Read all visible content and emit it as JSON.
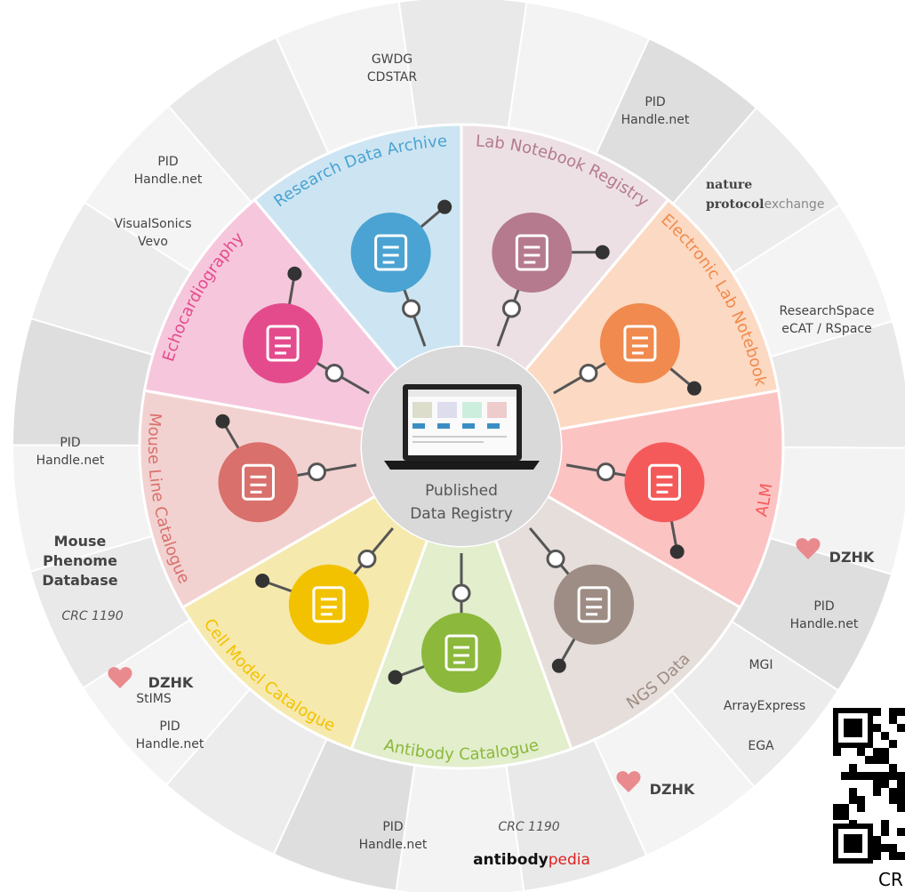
{
  "center": {
    "line1": "Published",
    "line2": "Data Registry"
  },
  "segments": [
    {
      "label": "Lab Notebook Registry",
      "color": "#b57a8e",
      "fill": "#ece0e4",
      "icon": "notebook-pages-icon"
    },
    {
      "label": "Electronic Lab Notebook",
      "color": "#f08a4e",
      "fill": "#fcd9c2",
      "icon": "notebook-chart-icon"
    },
    {
      "label": "ALM",
      "color": "#f55a5a",
      "fill": "#fcc3c3",
      "icon": "microscope-icon"
    },
    {
      "label": "NGS Data",
      "color": "#9e8d85",
      "fill": "#e6deda",
      "icon": "dna-icon"
    },
    {
      "label": "Antibody Catalogue",
      "color": "#8cb83c",
      "fill": "#e2eecc",
      "icon": "antibody-icon"
    },
    {
      "label": "Cell Model Catalogue",
      "color": "#f2c200",
      "fill": "#f6e9ae",
      "icon": "cell-icon"
    },
    {
      "label": "Mouse Line Catalogue",
      "color": "#d9706c",
      "fill": "#f2d2d1",
      "icon": "mouse-icon"
    },
    {
      "label": "Echocardiography",
      "color": "#e44b8c",
      "fill": "#f6c7dc",
      "icon": "heart-icon"
    },
    {
      "label": "Research Data Archive",
      "color": "#4aa3d2",
      "fill": "#cde5f2",
      "icon": "folder-icon"
    }
  ],
  "external": {
    "gwdg": [
      "GWDG",
      "CDSTAR"
    ],
    "pid_top_right": [
      "PID",
      "Handle.net"
    ],
    "nature": [
      "nature",
      "protocol",
      "exchange"
    ],
    "researchspace": [
      "ResearchSpace",
      "eCAT / RSpace"
    ],
    "dzhk_right": "DZHK",
    "pid_right": [
      "PID",
      "Handle.net"
    ],
    "mgi": "MGI",
    "arrayexpress": "ArrayExpress",
    "ega": "EGA",
    "dzhk_bottom": "DZHK",
    "crc_bottom": "CRC 1190",
    "antibodypedia": [
      "antibody",
      "pedia"
    ],
    "pid_bottom": [
      "PID",
      "Handle.net"
    ],
    "dzhk_left": "DZHK",
    "stims": "StIMS",
    "pid_bottom_left": [
      "PID",
      "Handle.net"
    ],
    "crc_left": "CRC 1190",
    "mouse_phenome": [
      "Mouse",
      "Phenome",
      "Database"
    ],
    "pid_left": [
      "PID",
      "Handle.net"
    ],
    "pid_top_left": [
      "PID",
      "Handle.net"
    ],
    "visualsonics": [
      "VisualSonics",
      "Vevo"
    ]
  },
  "qr": {
    "caption": "CR"
  }
}
